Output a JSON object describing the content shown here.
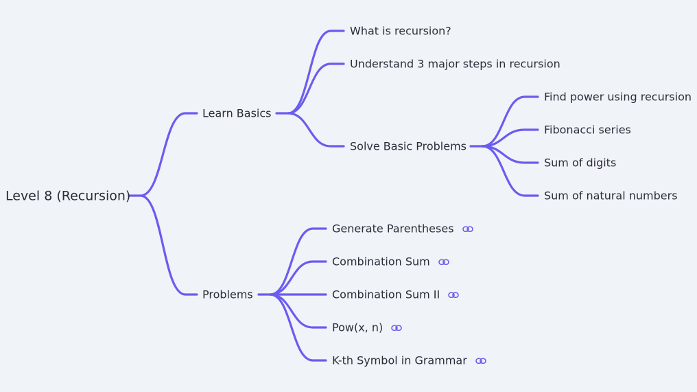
{
  "root": {
    "label": "Level 8 (Recursion)"
  },
  "branches": [
    {
      "label": "Learn Basics",
      "children": [
        {
          "label": "What is recursion?"
        },
        {
          "label": "Understand 3 major steps in recursion"
        },
        {
          "label": "Solve Basic Problems",
          "children": [
            {
              "label": "Find power using recursion"
            },
            {
              "label": "Fibonacci series"
            },
            {
              "label": "Sum of digits"
            },
            {
              "label": "Sum of natural numbers"
            }
          ]
        }
      ]
    },
    {
      "label": "Problems",
      "children": [
        {
          "label": "Generate Parentheses",
          "link": true
        },
        {
          "label": "Combination Sum",
          "link": true
        },
        {
          "label": "Combination Sum II",
          "link": true
        },
        {
          "label": "Pow(x, n)",
          "link": true
        },
        {
          "label": "K-th Symbol in Grammar",
          "link": true
        }
      ]
    }
  ],
  "colors": {
    "connector": "#6b5cf0",
    "text": "#2b2d3a",
    "background": "#f0f3f7"
  },
  "icons": {
    "link": "link-icon"
  }
}
